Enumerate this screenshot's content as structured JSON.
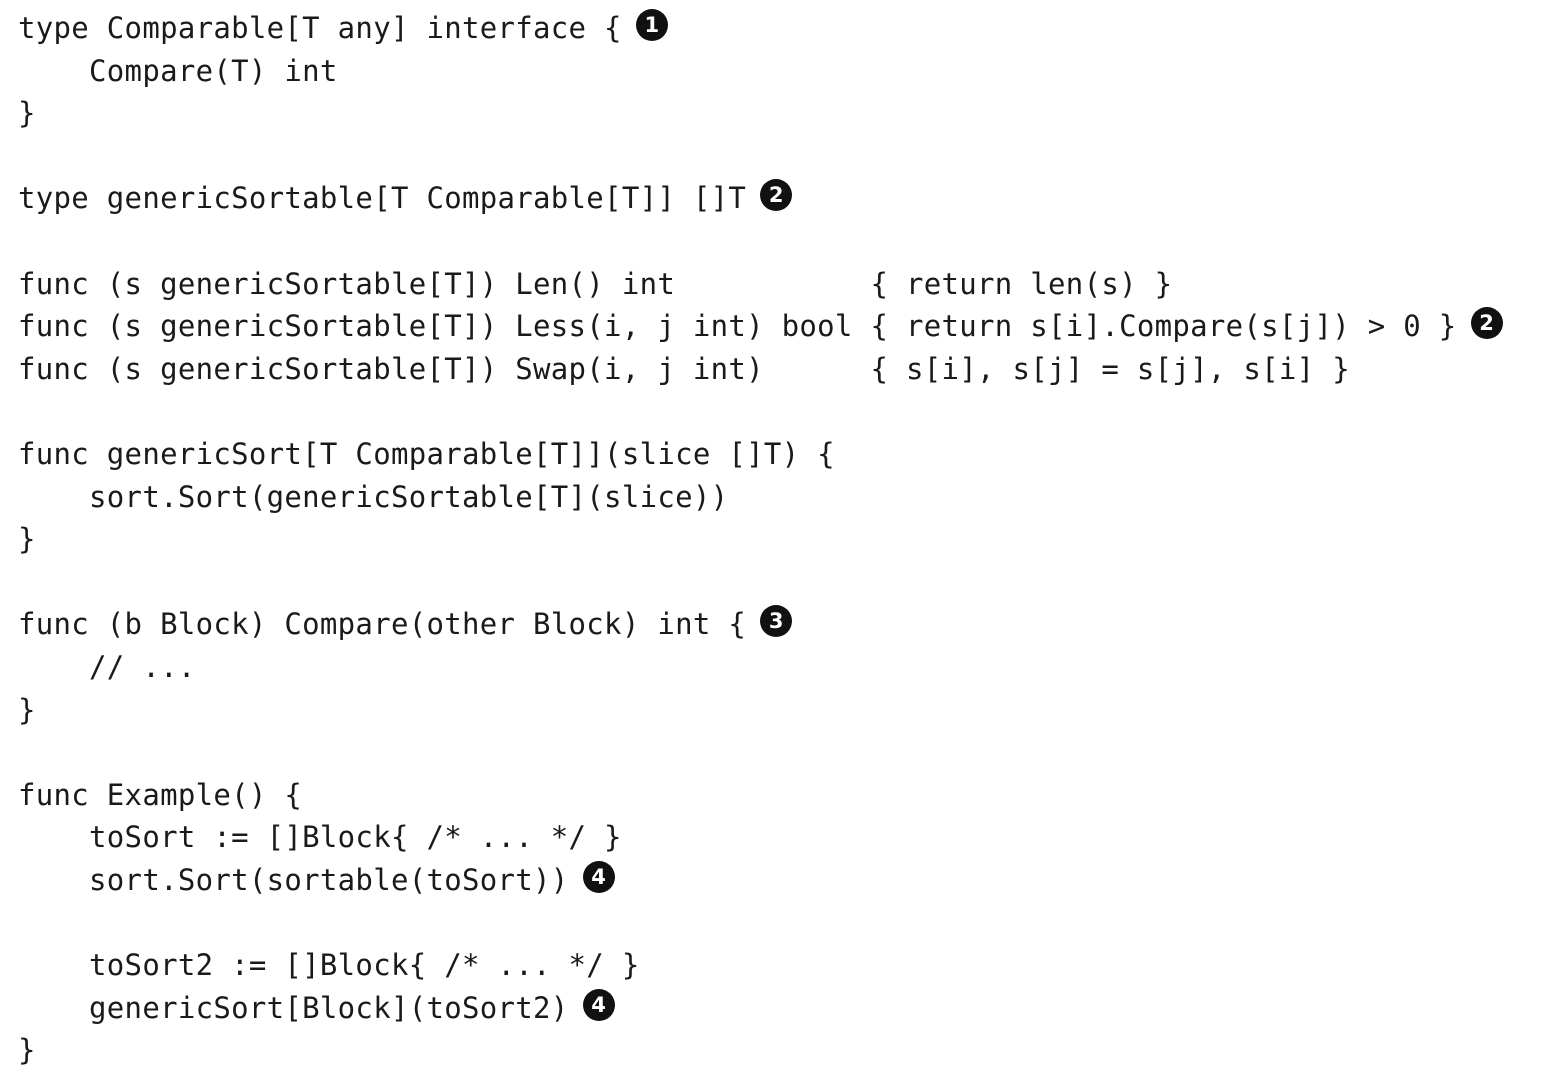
{
  "code_listing": {
    "lines": [
      {
        "text": "type Comparable[T any] interface {",
        "callout": "1"
      },
      {
        "text": "    Compare(T) int",
        "callout": ""
      },
      {
        "text": "}",
        "callout": ""
      },
      {
        "text": "",
        "callout": ""
      },
      {
        "text": "type genericSortable[T Comparable[T]] []T",
        "callout": "2"
      },
      {
        "text": "",
        "callout": ""
      },
      {
        "text": "func (s genericSortable[T]) Len() int           { return len(s) }",
        "callout": ""
      },
      {
        "text": "func (s genericSortable[T]) Less(i, j int) bool { return s[i].Compare(s[j]) > 0 }",
        "callout": "2"
      },
      {
        "text": "func (s genericSortable[T]) Swap(i, j int)      { s[i], s[j] = s[j], s[i] }",
        "callout": ""
      },
      {
        "text": "",
        "callout": ""
      },
      {
        "text": "func genericSort[T Comparable[T]](slice []T) {",
        "callout": ""
      },
      {
        "text": "    sort.Sort(genericSortable[T](slice))",
        "callout": ""
      },
      {
        "text": "}",
        "callout": ""
      },
      {
        "text": "",
        "callout": ""
      },
      {
        "text": "func (b Block) Compare(other Block) int {",
        "callout": "3"
      },
      {
        "text": "    // ...",
        "callout": ""
      },
      {
        "text": "}",
        "callout": ""
      },
      {
        "text": "",
        "callout": ""
      },
      {
        "text": "func Example() {",
        "callout": ""
      },
      {
        "text": "    toSort := []Block{ /* ... */ }",
        "callout": ""
      },
      {
        "text": "    sort.Sort(sortable(toSort))",
        "callout": "4"
      },
      {
        "text": "",
        "callout": ""
      },
      {
        "text": "    toSort2 := []Block{ /* ... */ }",
        "callout": ""
      },
      {
        "text": "    genericSort[Block](toSort2)",
        "callout": "4"
      },
      {
        "text": "}",
        "callout": ""
      }
    ]
  }
}
